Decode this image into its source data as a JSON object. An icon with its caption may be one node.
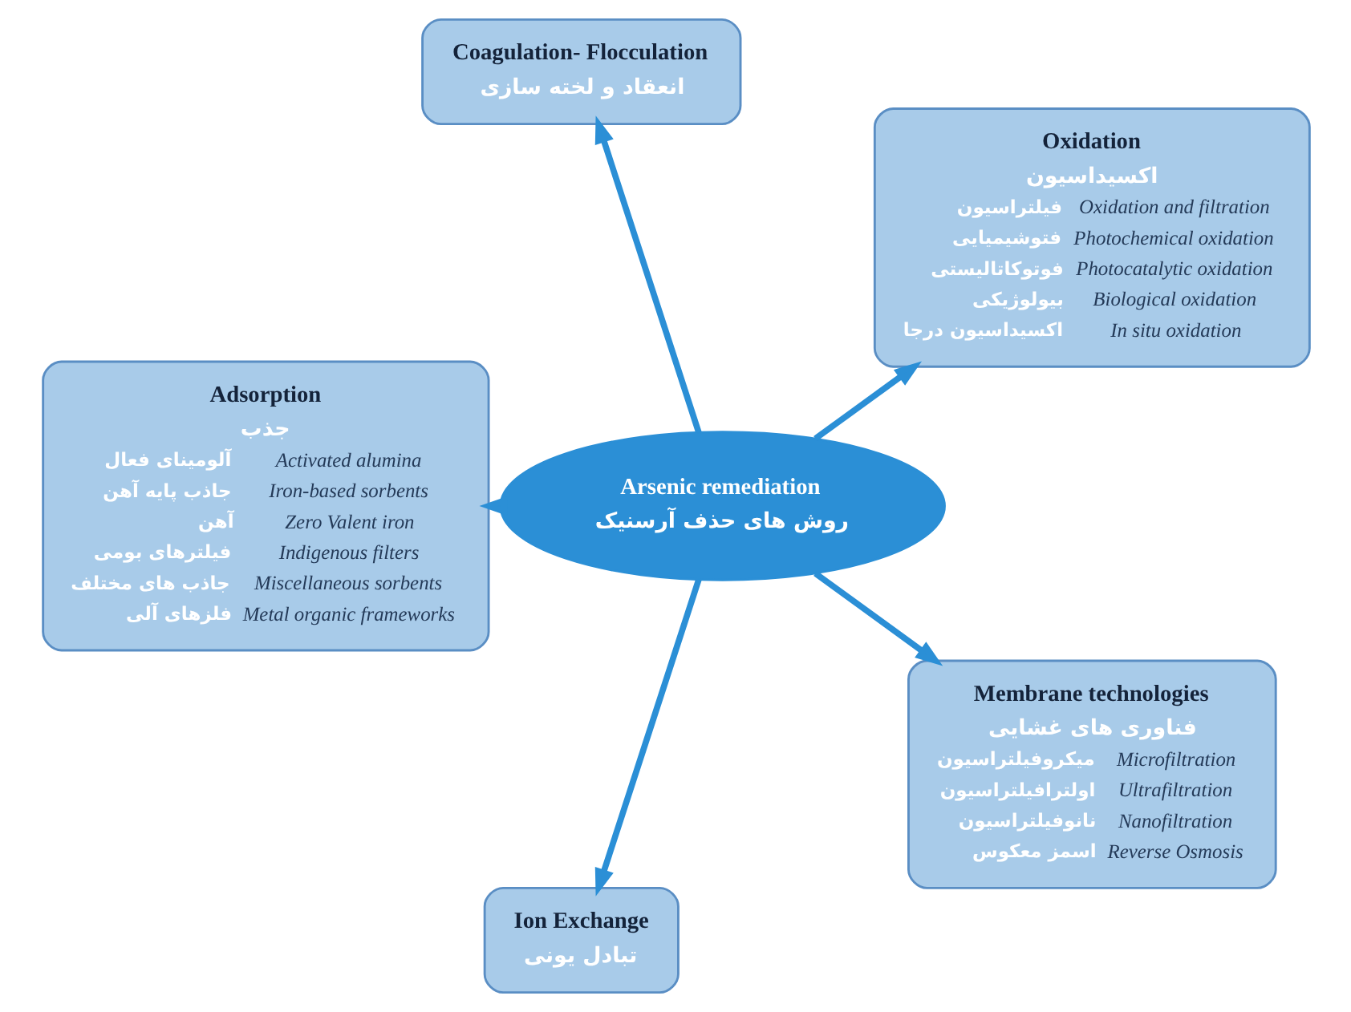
{
  "diagram": {
    "nodes": [
      {
        "text": [
          "Arsenic remediation",
          "روش های حذف آرسنیک"
        ]
      },
      {
        "text": [
          "Oxidation",
          "اکسیداسیون",
          "Oxidation and filtration",
          "Photochemical oxidation",
          "Photocatalytic oxidation",
          "Biological oxidation",
          "In situ oxidation",
          "فیلتراسیون",
          "فتوشیمیایی",
          "فوتوکاتالیستی",
          "بیولوژیکی",
          "اکسیداسیون درجا"
        ]
      },
      {
        "text": [
          "Coagulation- Flocculation",
          "انعقاد و لخته سازی"
        ]
      },
      {
        "text": [
          "Adsorption",
          "جذب",
          "Activated alumina",
          "Iron-based sorbents",
          "Zero Valent iron",
          "Indigenous filters",
          "Miscellaneous sorbents",
          "Metal organic frameworks",
          "آلومینای فعال",
          "جاذب پایه آهن",
          "آهن",
          "فیلترهای بومی",
          "جاذب های مختلف",
          "فلزهای آلی"
        ]
      },
      {
        "text": [
          "Ion Exchange",
          "تبادل یونی"
        ]
      },
      {
        "text": [
          "Membrane technologies",
          "فناوری های غشایی",
          "Microfiltration",
          "Ultrafiltration",
          "Nanofiltration",
          "Reverse Osmosis",
          "میکروفیلتراسیون",
          "اولترافیلتراسیون",
          "نانوفیلتراسیون",
          "اسمز معکوس"
        ]
      }
    ],
    "edges": [
      {
        "from": 0,
        "to": 1,
        "arrow": "to"
      },
      {
        "from": 0,
        "to": 2,
        "arrow": "to"
      },
      {
        "from": 0,
        "to": 3,
        "arrow": "to"
      },
      {
        "from": 0,
        "to": 4,
        "arrow": "to"
      },
      {
        "from": 0,
        "to": 5,
        "arrow": "to"
      }
    ]
  }
}
